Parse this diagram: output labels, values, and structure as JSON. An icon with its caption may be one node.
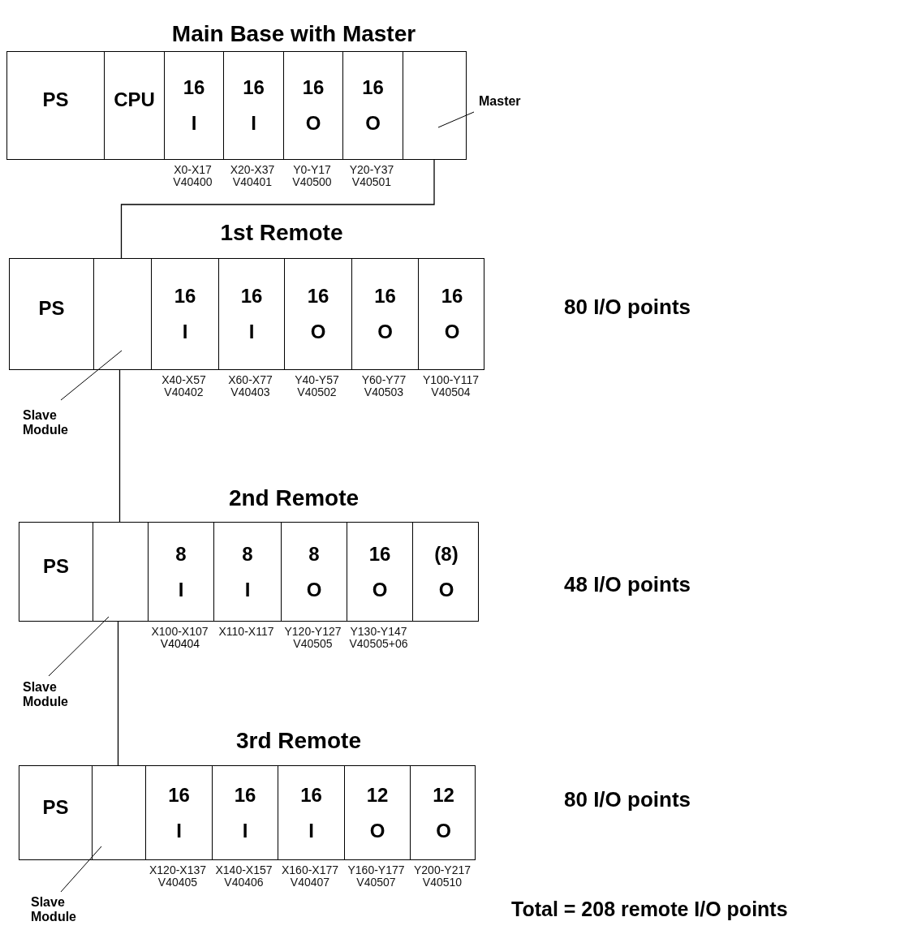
{
  "diagram": {
    "nodes": [
      {
        "text": [
          "Main Base with Master"
        ]
      },
      {
        "text": [
          "PS"
        ],
        "in": 0
      },
      {
        "text": [
          "CPU"
        ],
        "in": 0
      },
      {
        "text": [
          "16",
          "I"
        ],
        "in": 0,
        "beside": [
          "X0-X17 V40400"
        ]
      },
      {
        "text": [
          "16",
          "I"
        ],
        "in": 0,
        "beside": [
          "X20-X37 V40401"
        ]
      },
      {
        "text": [
          "16",
          "O"
        ],
        "in": 0,
        "beside": [
          "Y0-Y17 V40500"
        ]
      },
      {
        "text": [
          "16",
          "O"
        ],
        "in": 0,
        "beside": [
          "Y20-Y37 V40501"
        ]
      },
      {
        "text": [],
        "shape": "box",
        "in": 0
      },
      {
        "text": [
          "Master"
        ]
      },
      {
        "text": [
          "1st Remote"
        ]
      },
      {
        "text": [
          "PS"
        ],
        "in": 9
      },
      {
        "text": [],
        "shape": "box",
        "in": 9
      },
      {
        "text": [
          "16",
          "I"
        ],
        "in": 9,
        "beside": [
          "X40-X57 V40402"
        ]
      },
      {
        "text": [
          "16",
          "I"
        ],
        "in": 9,
        "beside": [
          "X60-X77 V40403"
        ]
      },
      {
        "text": [
          "16",
          "O"
        ],
        "in": 9,
        "beside": [
          "Y40-Y57 V40502"
        ]
      },
      {
        "text": [
          "16",
          "O"
        ],
        "in": 9,
        "beside": [
          "Y60-Y77 V40503"
        ]
      },
      {
        "text": [
          "16",
          "O"
        ],
        "in": 9,
        "beside": [
          "Y100-Y117 V40504"
        ]
      },
      {
        "text": [
          "Slave Module"
        ]
      },
      {
        "text": [
          "2nd Remote"
        ]
      },
      {
        "text": [
          "PS"
        ],
        "in": 18
      },
      {
        "text": [],
        "shape": "box",
        "in": 18
      },
      {
        "text": [
          "8",
          "I"
        ],
        "in": 18,
        "beside": [
          "X100-X107"
        ]
      },
      {
        "text": [
          "8",
          "I"
        ],
        "in": 18,
        "beside": [
          "X110-X117"
        ]
      },
      {
        "text": [
          "8",
          "O"
        ],
        "in": 18,
        "beside": [
          "Y120-Y127 V40505"
        ]
      },
      {
        "text": [
          "16",
          "O"
        ],
        "in": 18,
        "beside": [
          "Y130-Y147 V40505+06"
        ]
      },
      {
        "text": [
          "(8)",
          "O"
        ],
        "in": 18
      },
      {
        "text": [
          "Slave Module"
        ]
      },
      {
        "text": [
          "3rd Remote"
        ]
      },
      {
        "text": [
          "PS"
        ],
        "in": 27
      },
      {
        "text": [],
        "shape": "box",
        "in": 27
      },
      {
        "text": [
          "16",
          "I"
        ],
        "in": 27,
        "beside": [
          "X120-X137 V40405"
        ]
      },
      {
        "text": [
          "16",
          "I"
        ],
        "in": 27,
        "beside": [
          "X140-X157 V40406"
        ]
      },
      {
        "text": [
          "16",
          "I"
        ],
        "in": 27,
        "beside": [
          "X160-X177 V40407"
        ]
      },
      {
        "text": [
          "12",
          "O"
        ],
        "in": 27,
        "beside": [
          "Y160-Y177 V40507"
        ]
      },
      {
        "text": [
          "12",
          "O"
        ],
        "in": 27,
        "beside": [
          "Y200-Y217 V40510"
        ]
      },
      {
        "text": [
          "Slave Module"
        ]
      }
    ],
    "edges": [
      {
        "from": 8,
        "to": 7,
        "arrow": "none"
      },
      {
        "from": 7,
        "to": 11,
        "arrow": "none"
      },
      {
        "from": 17,
        "to": 11,
        "arrow": "none"
      },
      {
        "from": 11,
        "to": 20,
        "arrow": "none"
      },
      {
        "from": 26,
        "to": 20,
        "arrow": "none"
      },
      {
        "from": 20,
        "to": 29,
        "arrow": "none"
      },
      {
        "from": 35,
        "to": 29,
        "arrow": "none"
      }
    ],
    "labels": [
      "80 I/O points",
      "48 I/O points",
      "V40404",
      "80 I/O points",
      "Total = 208 remote I/O points"
    ]
  }
}
